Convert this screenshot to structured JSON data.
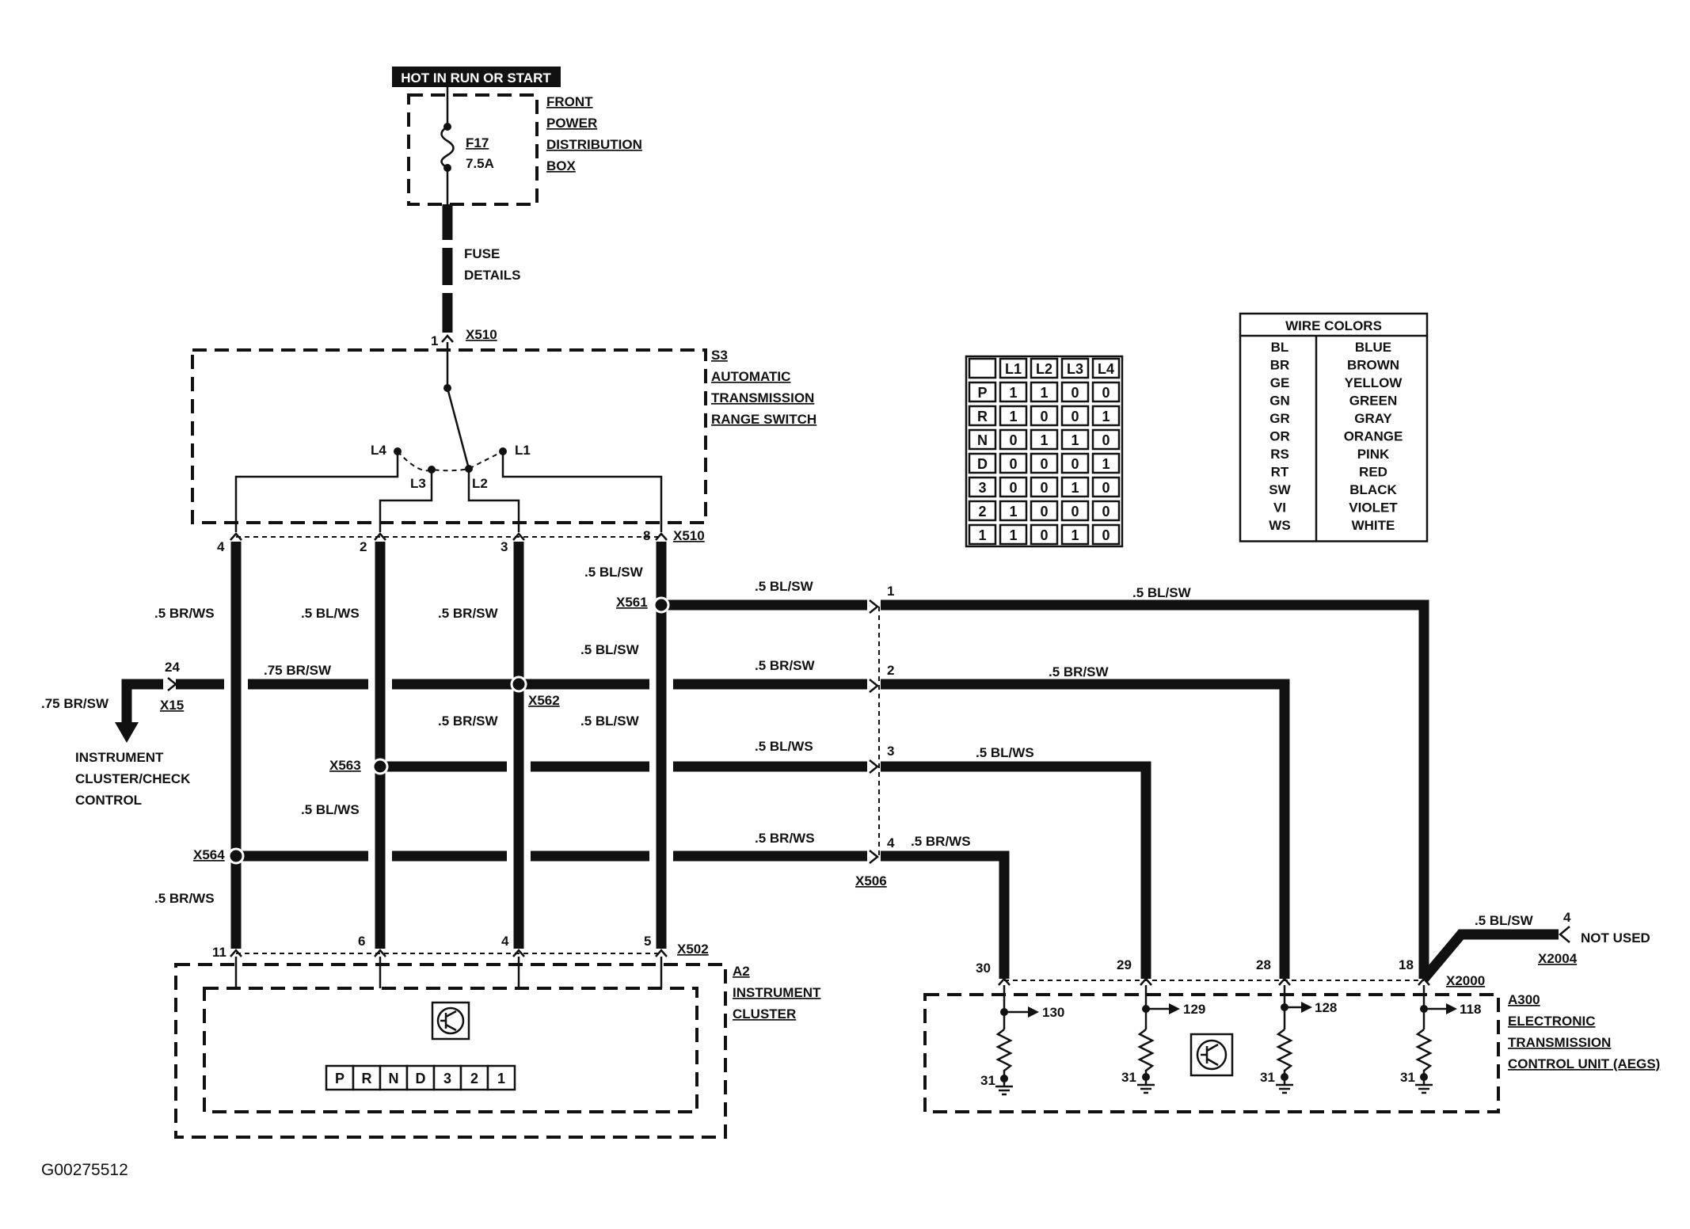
{
  "power": {
    "hot_label": "HOT IN RUN OR START",
    "fuse_name": "F17",
    "fuse_rating": "7.5A",
    "box_label": [
      "FRONT",
      "POWER",
      "DISTRIBUTION",
      "BOX"
    ],
    "fuse_details": [
      "FUSE",
      "DETAILS"
    ]
  },
  "switch": {
    "connector_top": "X510",
    "pin_top": "1",
    "label": [
      "S3",
      "AUTOMATIC",
      "TRANSMISSION",
      "RANGE SWITCH"
    ],
    "contacts": [
      "L4",
      "L3",
      "L2",
      "L1"
    ],
    "pins": [
      "4",
      "2",
      "3",
      "8"
    ],
    "connector_bottom": "X510"
  },
  "range_table": {
    "headers": [
      "",
      "L1",
      "L2",
      "L3",
      "L4"
    ],
    "rows": [
      [
        "P",
        "1",
        "1",
        "0",
        "0"
      ],
      [
        "R",
        "1",
        "0",
        "0",
        "1"
      ],
      [
        "N",
        "0",
        "1",
        "1",
        "0"
      ],
      [
        "D",
        "0",
        "0",
        "0",
        "1"
      ],
      [
        "3",
        "0",
        "0",
        "1",
        "0"
      ],
      [
        "2",
        "1",
        "0",
        "0",
        "0"
      ],
      [
        "1",
        "1",
        "0",
        "1",
        "0"
      ]
    ]
  },
  "wire_colors": {
    "title": "WIRE COLORS",
    "rows": [
      [
        "BL",
        "BLUE"
      ],
      [
        "BR",
        "BROWN"
      ],
      [
        "GE",
        "YELLOW"
      ],
      [
        "GN",
        "GREEN"
      ],
      [
        "GR",
        "GRAY"
      ],
      [
        "OR",
        "ORANGE"
      ],
      [
        "RS",
        "PINK"
      ],
      [
        "RT",
        "RED"
      ],
      [
        "SW",
        "BLACK"
      ],
      [
        "VI",
        "VIOLET"
      ],
      [
        "WS",
        "WHITE"
      ]
    ]
  },
  "wires": {
    "v1": ".5 BR/WS",
    "v1b": ".5 BR/WS",
    "v2": ".5 BL/WS",
    "v2b": ".5 BL/WS",
    "v3": ".5 BR/SW",
    "v3b": ".5 BR/SW",
    "v4": ".5 BL/SW",
    "v4b": ".5 BL/SW",
    "v4c": ".5 BL/SW",
    "h15_left": ".75 BR/SW",
    "h15_mid": ".75 BR/SW",
    "h1_left": ".5 BL/SW",
    "h1_right": ".5 BL/SW",
    "h2_left": ".5 BR/SW",
    "h2_right": ".5 BR/SW",
    "h3_left": ".5 BL/WS",
    "h3_right": ".5 BL/WS",
    "h4_left": ".5 BR/WS",
    "h4_right": ".5 BR/WS",
    "nu_wire": ".5 BL/SW"
  },
  "splices": {
    "s1": "X561",
    "s2": "X562",
    "s3": "X563",
    "s4": "X564"
  },
  "x15": {
    "name": "X15",
    "pin": "24",
    "dest": [
      "INSTRUMENT",
      "CLUSTER/CHECK",
      "CONTROL"
    ]
  },
  "x506": {
    "name": "X506",
    "pins": [
      "1",
      "2",
      "3",
      "4"
    ]
  },
  "cluster": {
    "connector": "X502",
    "pins": [
      "11",
      "6",
      "4",
      "5"
    ],
    "label": [
      "A2",
      "INSTRUMENT",
      "CLUSTER"
    ],
    "gear_display": [
      "P",
      "R",
      "N",
      "D",
      "3",
      "2",
      "1"
    ]
  },
  "ecu": {
    "connector": "X2000",
    "pins": [
      "30",
      "29",
      "28",
      "18"
    ],
    "internal": [
      "130",
      "129",
      "128",
      "118"
    ],
    "ground": "31",
    "label": [
      "A300",
      "ELECTRONIC",
      "TRANSMISSION",
      "CONTROL UNIT (AEGS)"
    ],
    "not_used_pin": "4",
    "not_used_text": "NOT USED",
    "not_used_connector": "X2004"
  },
  "figure_id": "G00275512"
}
